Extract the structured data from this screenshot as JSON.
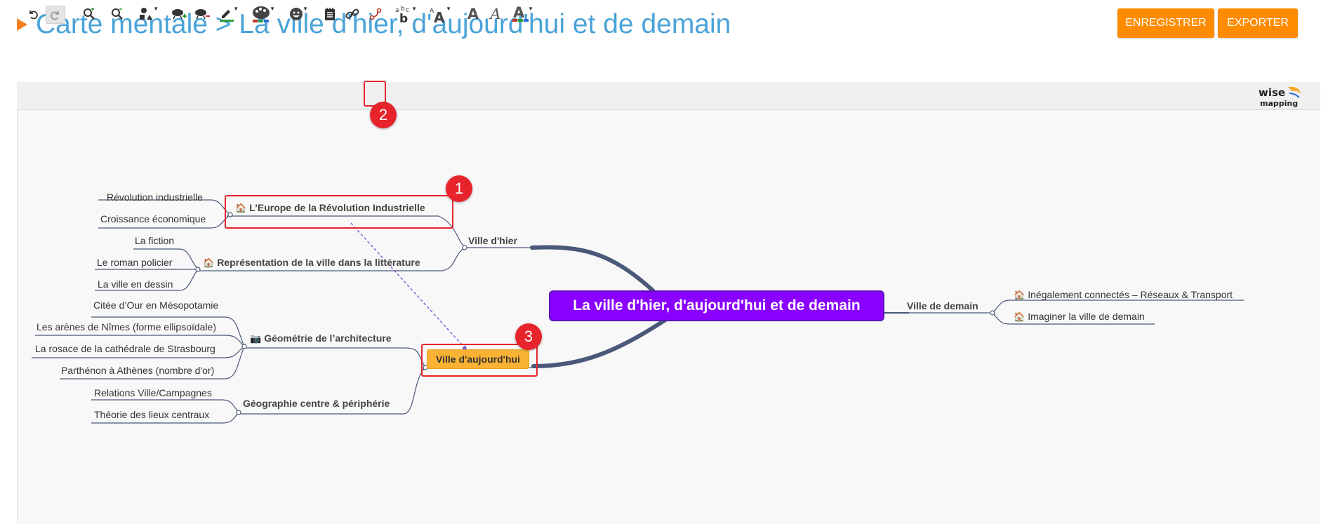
{
  "header": {
    "title": "Carte mentale > La ville d'hier, d'aujourd'hui et de demain",
    "save_label": "ENREGISTRER",
    "export_label": "EXPORTER"
  },
  "toolbar": {
    "logo_line1": "wise",
    "logo_line2": "mapping",
    "font_label": "A",
    "icons": [
      "undo-icon",
      "redo-icon",
      "zoom-in-icon",
      "zoom-out-icon",
      "shape-icon",
      "add-topic-icon",
      "delete-topic-icon",
      "border-color-icon",
      "background-color-icon",
      "emoji-icon",
      "note-icon",
      "link-icon",
      "relationship-icon",
      "font-style-icon",
      "font-size-icon",
      "bold-icon",
      "italic-icon",
      "font-color-icon"
    ]
  },
  "markers": {
    "m1": "1",
    "m2": "2",
    "m3": "3"
  },
  "colors": {
    "accent": "#ff8c00",
    "title": "#4aa3d9",
    "central": "#8a00ff",
    "today": "#f9b233",
    "marker": "#e7232b"
  },
  "mindmap": {
    "central": "La ville d'hier, d'aujourd'hui et de demain",
    "hier": {
      "label": "Ville d'hier",
      "europe": {
        "label": "L’Europe de la Révolution Industrielle",
        "children": [
          "Révolution industrielle",
          "Croissance économique"
        ]
      },
      "litterature": {
        "label": "Représentation de la ville dans la littérature",
        "children": [
          "La fiction",
          "Le roman policier",
          "La ville en dessin"
        ]
      }
    },
    "aujourdhui": {
      "label": "Ville d'aujourd'hui",
      "geometrie": {
        "label": "Géométrie de l’architecture",
        "children": [
          "Citée d’Our en Mésopotamie",
          "Les arènes de Nîmes (forme ellipsoïdale)",
          "La rosace de la cathédrale de Strasbourg",
          "Parthénon à Athènes (nombre d'or)"
        ]
      },
      "geographie": {
        "label": "Géographie centre & périphérie",
        "children": [
          "Relations Ville/Campagnes",
          "Théorie des lieux centraux"
        ]
      }
    },
    "demain": {
      "label": "Ville de demain",
      "children": [
        "Inégalement connectés – Réseaux & Transport",
        "Imaginer la ville de demain"
      ]
    }
  }
}
